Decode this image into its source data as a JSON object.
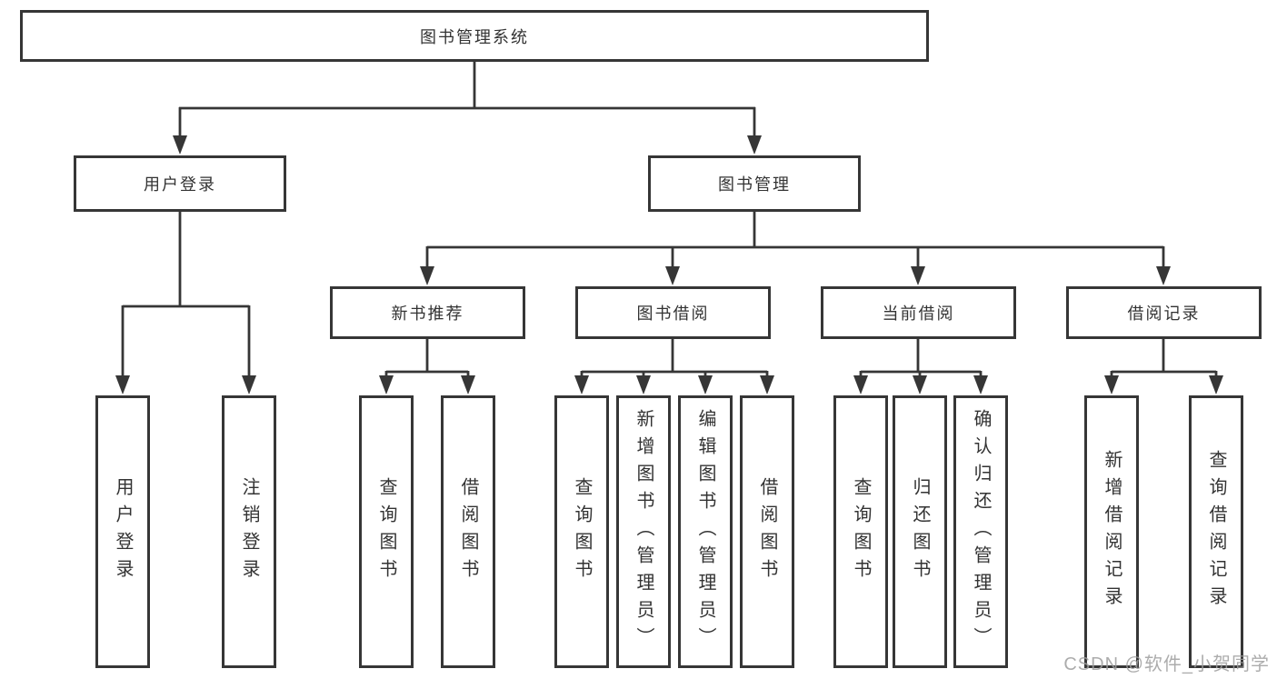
{
  "tree": {
    "root": {
      "label": "图书管理系统"
    },
    "branches": [
      {
        "label": "用户登录",
        "children": [
          {
            "label": "用户登录"
          },
          {
            "label": "注销登录"
          }
        ]
      },
      {
        "label": "图书管理",
        "children": [
          {
            "label": "新书推荐",
            "children": [
              {
                "label": "查询图书"
              },
              {
                "label": "借阅图书"
              }
            ]
          },
          {
            "label": "图书借阅",
            "children": [
              {
                "label": "查询图书"
              },
              {
                "label": "新增图书（管理员）"
              },
              {
                "label": "编辑图书（管理员）"
              },
              {
                "label": "借阅图书"
              }
            ]
          },
          {
            "label": "当前借阅",
            "children": [
              {
                "label": "查询图书"
              },
              {
                "label": "归还图书"
              },
              {
                "label": "确认归还（管理员）"
              }
            ]
          },
          {
            "label": "借阅记录",
            "children": [
              {
                "label": "新增借阅记录"
              },
              {
                "label": "查询借阅记录"
              }
            ]
          }
        ]
      }
    ]
  },
  "watermark": {
    "text": "CSDN @软件_小贺同学"
  },
  "colors": {
    "line": "#363636",
    "box_border": "#363636",
    "text": "#333333",
    "background": "#ffffff",
    "watermark": "#9e9e9e"
  }
}
